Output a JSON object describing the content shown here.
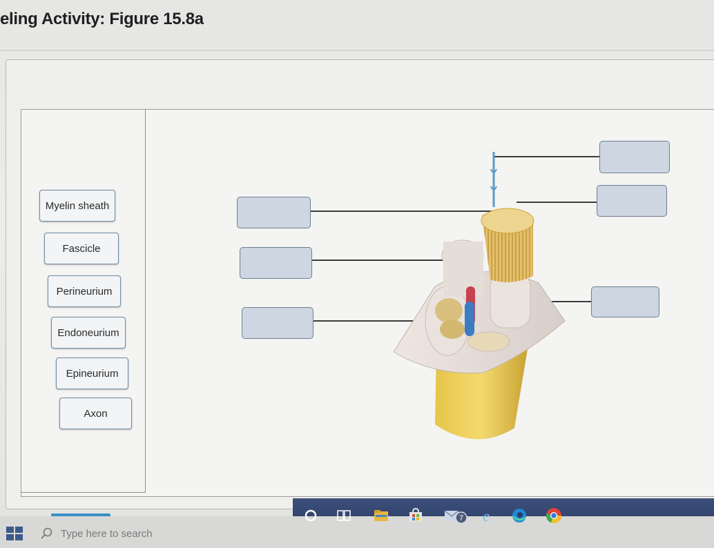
{
  "header": {
    "title": "eling Activity: Figure 15.8a"
  },
  "label_bank": {
    "labels": [
      "Myelin sheath",
      "Fascicle",
      "Perineurium",
      "Endoneurium",
      "Epineurium",
      "Axon"
    ]
  },
  "taskbar": {
    "search_placeholder": "Type here to search",
    "mail_badge": "7",
    "icons": [
      "windows-logo-icon",
      "search-icon",
      "cortana-circle-icon",
      "task-view-icon",
      "file-explorer-icon",
      "store-icon",
      "mail-icon",
      "ie-icon",
      "edge-icon",
      "chrome-icon"
    ]
  },
  "colors": {
    "drop_box_fill": "#cdd6e1",
    "chip_border": "#6f8aa3",
    "taskbar_strip": "#2c3e66"
  }
}
